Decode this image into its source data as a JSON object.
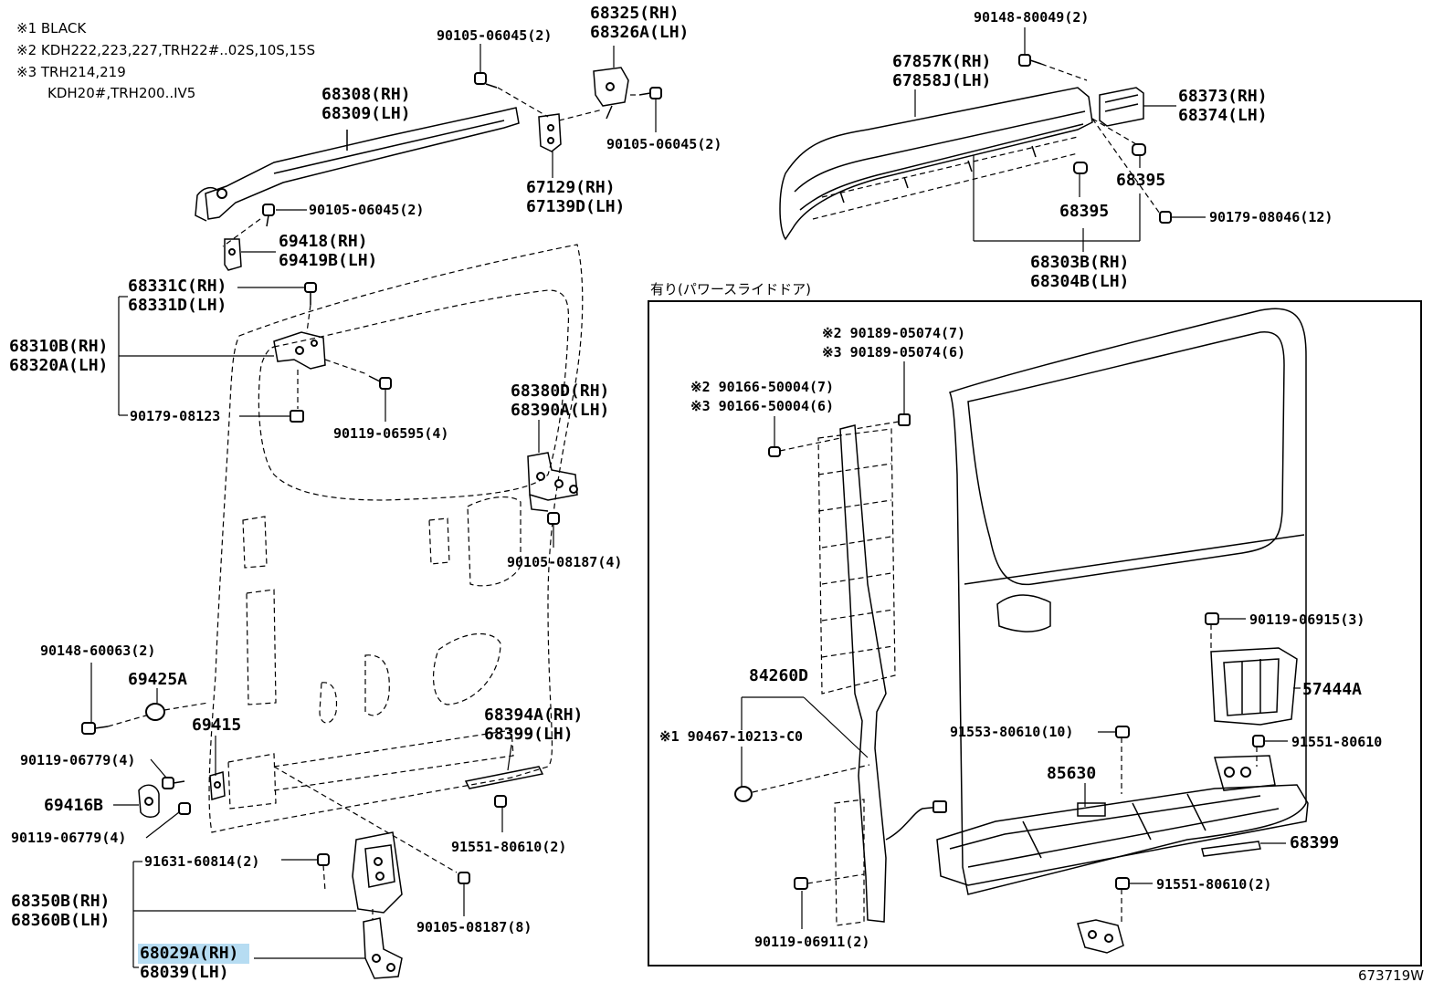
{
  "notes": {
    "n1": "※1 BLACK",
    "n2": "※2 KDH222,223,227,TRH22#..02S,10S,15S",
    "n3": "※3 TRH214,219",
    "n3b": "KDH20#,TRH200..IV5"
  },
  "inset_caption": "有り(パワースライドドア)",
  "diagram_code": "673719W",
  "labels": {
    "p68325": "68325(RH)",
    "p68326a": "68326A(LH)",
    "p90105_06045_a": "90105-06045(2)",
    "p68308": "68308(RH)",
    "p68309": "68309(LH)",
    "p90105_06045_b": "90105-06045(2)",
    "p67129": "67129(RH)",
    "p67139d": "67139D(LH)",
    "p90105_06045_c": "90105-06045(2)",
    "p69418": "69418(RH)",
    "p69419b": "69419B(LH)",
    "p68331c": "68331C(RH)",
    "p68331d": "68331D(LH)",
    "p68310b": "68310B(RH)",
    "p68320a": "68320A(LH)",
    "p90179_08123": "90179-08123",
    "p90119_06595": "90119-06595(4)",
    "p68380d": "68380D(RH)",
    "p68390a": "68390A(LH)",
    "p90105_08187_a": "90105-08187(4)",
    "p90148_60063": "90148-60063(2)",
    "p69425a": "69425A",
    "p69415": "69415",
    "p90119_06779_a": "90119-06779(4)",
    "p69416b": "69416B",
    "p90119_06779_b": "90119-06779(4)",
    "p68394a": "68394A(RH)",
    "p68399_lh": "68399(LH)",
    "p91551_80610_a": "91551-80610(2)",
    "p91631_60814": "91631-60814(2)",
    "p68350b": "68350B(RH)",
    "p68360b": "68360B(LH)",
    "p90105_08187_b": "90105-08187(8)",
    "p68029a": "68029A(RH)",
    "p68039": "68039(LH)",
    "p90148_80049": "90148-80049(2)",
    "p67857k": "67857K(RH)",
    "p67858j": "67858J(LH)",
    "p68373": "68373(RH)",
    "p68374": "68374(LH)",
    "p68395_a": "68395",
    "p68395_b": "68395",
    "p90179_08046": "90179-08046(12)",
    "p68303b": "68303B(RH)",
    "p68304b": "68304B(LH)",
    "p90189_05074_7": "※2 90189-05074(7)",
    "p90189_05074_6": "※3 90189-05074(6)",
    "p90166_50004_7": "※2 90166-50004(7)",
    "p90166_50004_6": "※3 90166-50004(6)",
    "p90119_06915": "90119-06915(3)",
    "p57444a": "57444A",
    "p84260d": "84260D",
    "p90467": "※1 90467-10213-C0",
    "p91553_80610": "91553-80610(10)",
    "p91551_80610_b": "91551-80610",
    "p85630": "85630",
    "p68399": "68399",
    "p91551_80610_c": "91551-80610(2)",
    "p90119_06911": "90119-06911(2)"
  }
}
